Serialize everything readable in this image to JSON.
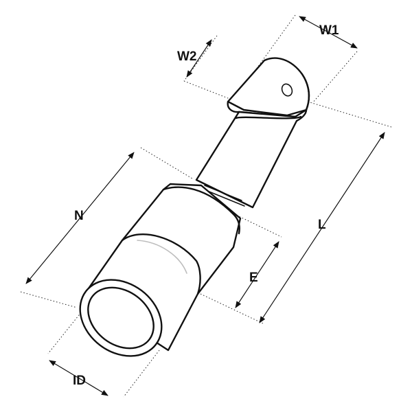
{
  "labels": {
    "w1": "W1",
    "w2": "W2",
    "n": "N",
    "l": "L",
    "e": "E",
    "id": "ID"
  }
}
